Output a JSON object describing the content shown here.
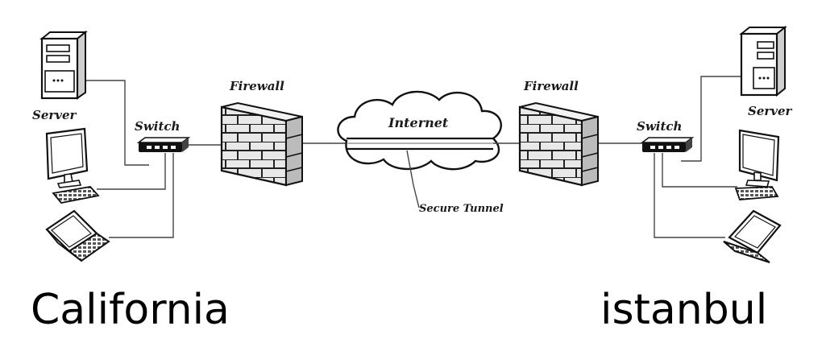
{
  "diagram": {
    "left_site": {
      "server_label": "Server",
      "switch_label": "Switch",
      "firewall_label": "Firewall",
      "location": "California"
    },
    "right_site": {
      "server_label": "Server",
      "switch_label": "Switch",
      "firewall_label": "Firewall",
      "location": "istanbul"
    },
    "cloud_label": "Internet",
    "tunnel_label": "Secure Tunnel"
  }
}
